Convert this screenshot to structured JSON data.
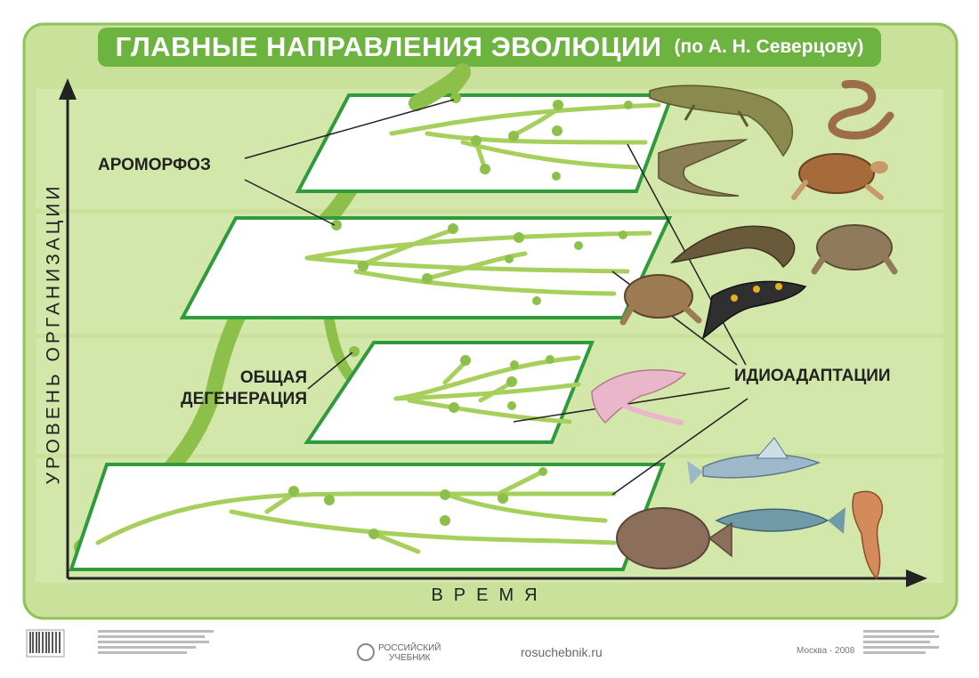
{
  "title": {
    "main": "ГЛАВНЫЕ НАПРАВЛЕНИЯ ЭВОЛЮЦИИ",
    "sub": "(по А. Н. Северцову)"
  },
  "labels": {
    "aromorphosis": "АРОМОРФОЗ",
    "degeneration_line1": "ОБЩАЯ",
    "degeneration_line2": "ДЕГЕНЕРАЦИЯ",
    "idioadaptation": "ИДИОАДАПТАЦИИ"
  },
  "axes": {
    "y_label": "УРОВЕНЬ ОРГАНИЗАЦИИ",
    "x_label": "ВРЕМЯ"
  },
  "footer": {
    "publisher_line1": "РОССИЙСКИЙ",
    "publisher_line2": "УЧЕБНИК",
    "website": "rosuchebnik.ru",
    "city_year": "Москва · 2008"
  },
  "colors": {
    "bg_green": "#c9e19a",
    "band_green": "#dcecb9",
    "accent_green": "#6db33f",
    "branch_green": "#a6cf5c",
    "trunk_green": "#8dc04a",
    "plane_border": "#2f9b3c"
  }
}
